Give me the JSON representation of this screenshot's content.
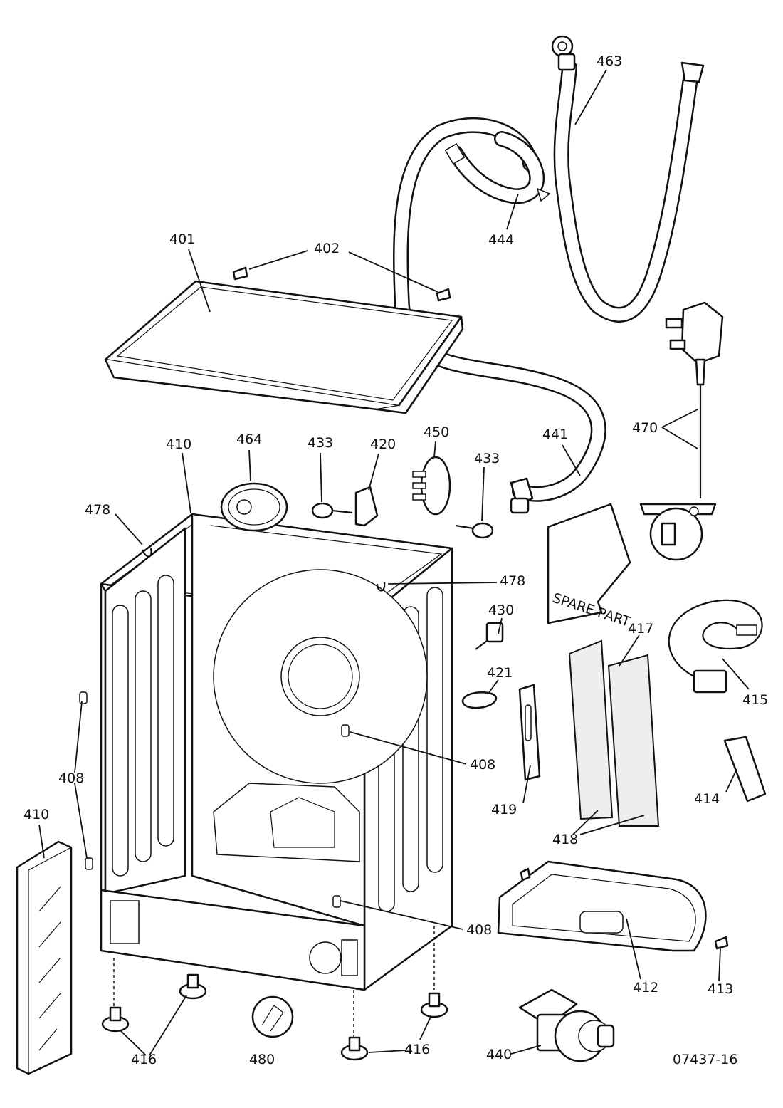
{
  "diagram_code": "07437-16",
  "callouts": {
    "c401": "401",
    "c402": "402",
    "c463": "463",
    "c444": "444",
    "c441": "441",
    "c470": "470",
    "c410_top": "410",
    "c464": "464",
    "c433_a": "433",
    "c420": "420",
    "c450": "450",
    "c433_b": "433",
    "c478_left": "478",
    "c478_right": "478",
    "c430": "430",
    "c417": "417",
    "c421": "421",
    "c415": "415",
    "c408_left": "408",
    "c408_mid": "408",
    "c419": "419",
    "c414": "414",
    "c410_panel": "410",
    "c418": "418",
    "c408_low": "408",
    "c412": "412",
    "c413": "413",
    "c416_left": "416",
    "c480": "480",
    "c416_right": "416",
    "c440": "440"
  },
  "spare_part_text": "SPARE PART"
}
